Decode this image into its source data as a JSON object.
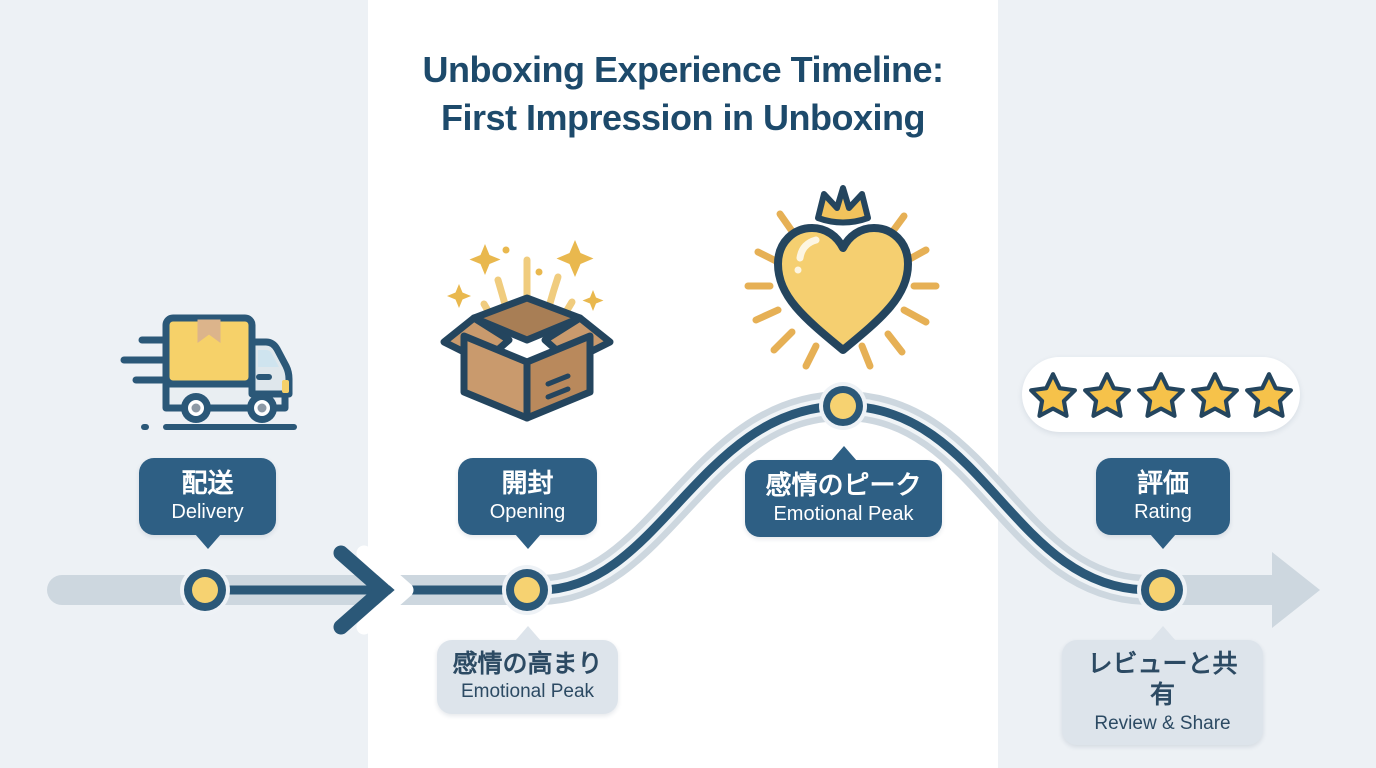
{
  "title": {
    "line1": "Unboxing Experience Timeline:",
    "line2": "First Impression in Unboxing"
  },
  "milestones": [
    {
      "id": "delivery",
      "jp": "配送",
      "en": "Delivery",
      "icon": "delivery-truck-icon"
    },
    {
      "id": "opening",
      "jp": "開封",
      "en": "Opening",
      "icon": "open-box-sparkles-icon"
    },
    {
      "id": "emotional-peak",
      "jp": "感情のピーク",
      "en": "Emotional Peak",
      "icon": "crowned-heart-icon"
    },
    {
      "id": "rating",
      "jp": "評価",
      "en": "Rating",
      "icon": "five-star-rating-icon"
    }
  ],
  "annotations": [
    {
      "anchor": "opening",
      "jp": "感情の高まり",
      "en": "Emotional Peak"
    },
    {
      "anchor": "rating",
      "jp": "レビューと共有",
      "en": "Review & Share"
    }
  ],
  "rating": {
    "stars": 5
  },
  "colors": {
    "background": "#edf1f5",
    "panel": "#ffffff",
    "title_text": "#1d4a6b",
    "timeline_band": "#cdd7df",
    "timeline_line": "#2b5878",
    "node_fill": "#f6d271",
    "node_ring": "#2b5878",
    "bubble_dark": "#2e5f84",
    "bubble_light": "#dde4eb",
    "bubble_light_text": "#2c4a63",
    "gold": "#e9b54d",
    "star_gold": "#f6c24a"
  }
}
